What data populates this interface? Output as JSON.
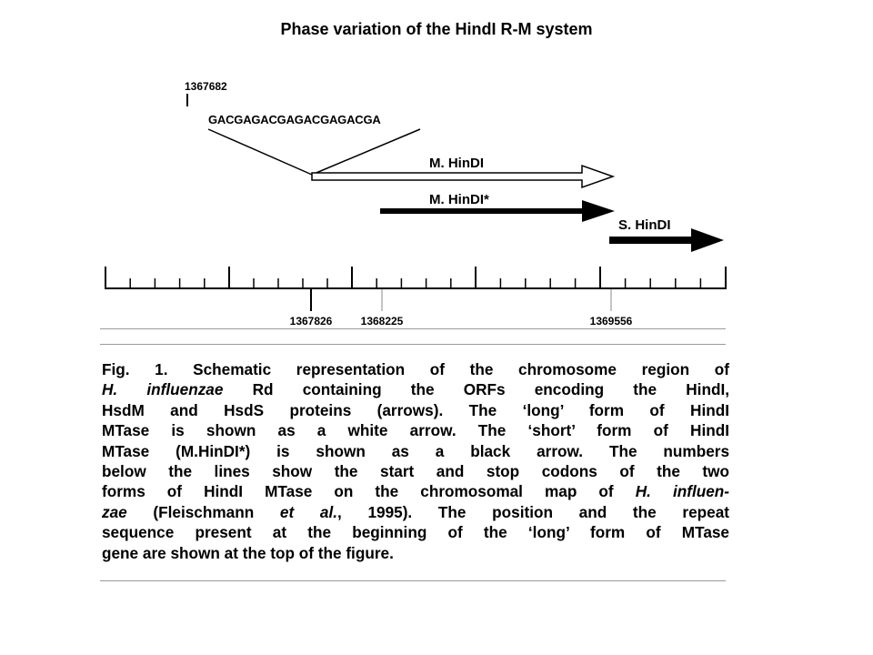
{
  "slide": {
    "title": "Phase variation of the HindI R-M system"
  },
  "figure": {
    "repeat_position": "1367682",
    "repeat_sequence": "GACGAGACGAGACGAGACGA",
    "genes": {
      "long": "M. HinDI",
      "short": "M. HinDI*",
      "hsds": "S. HinDI"
    },
    "coordinates": {
      "mtase_short_start": "1367826",
      "mtase_long_start": "1368225",
      "stop": "1369556"
    }
  },
  "caption": {
    "label": "Fig. 1.",
    "lines": [
      " Schematic representation of the chromosome region of",
      [
        "H. influenzae",
        " Rd containing the ORFs encoding the HindI,"
      ],
      "HsdM and HsdS proteins (arrows). The ‘long’ form of HindI",
      "MTase is shown as a white arrow. The ‘short’ form of HindI",
      "MTase (M.HinDI*) is shown as a black arrow. The numbers",
      "below the lines show the start and stop codons of the two",
      [
        "forms of HindI MTase on the chromosomal map of ",
        "H. influen-"
      ],
      [
        "zae",
        " (Fleischmann ",
        "et al.",
        ", 1995). The position and the repeat"
      ],
      "sequence present at the beginning of the ‘long’ form of MTase",
      "gene are shown at the top of the figure."
    ]
  }
}
